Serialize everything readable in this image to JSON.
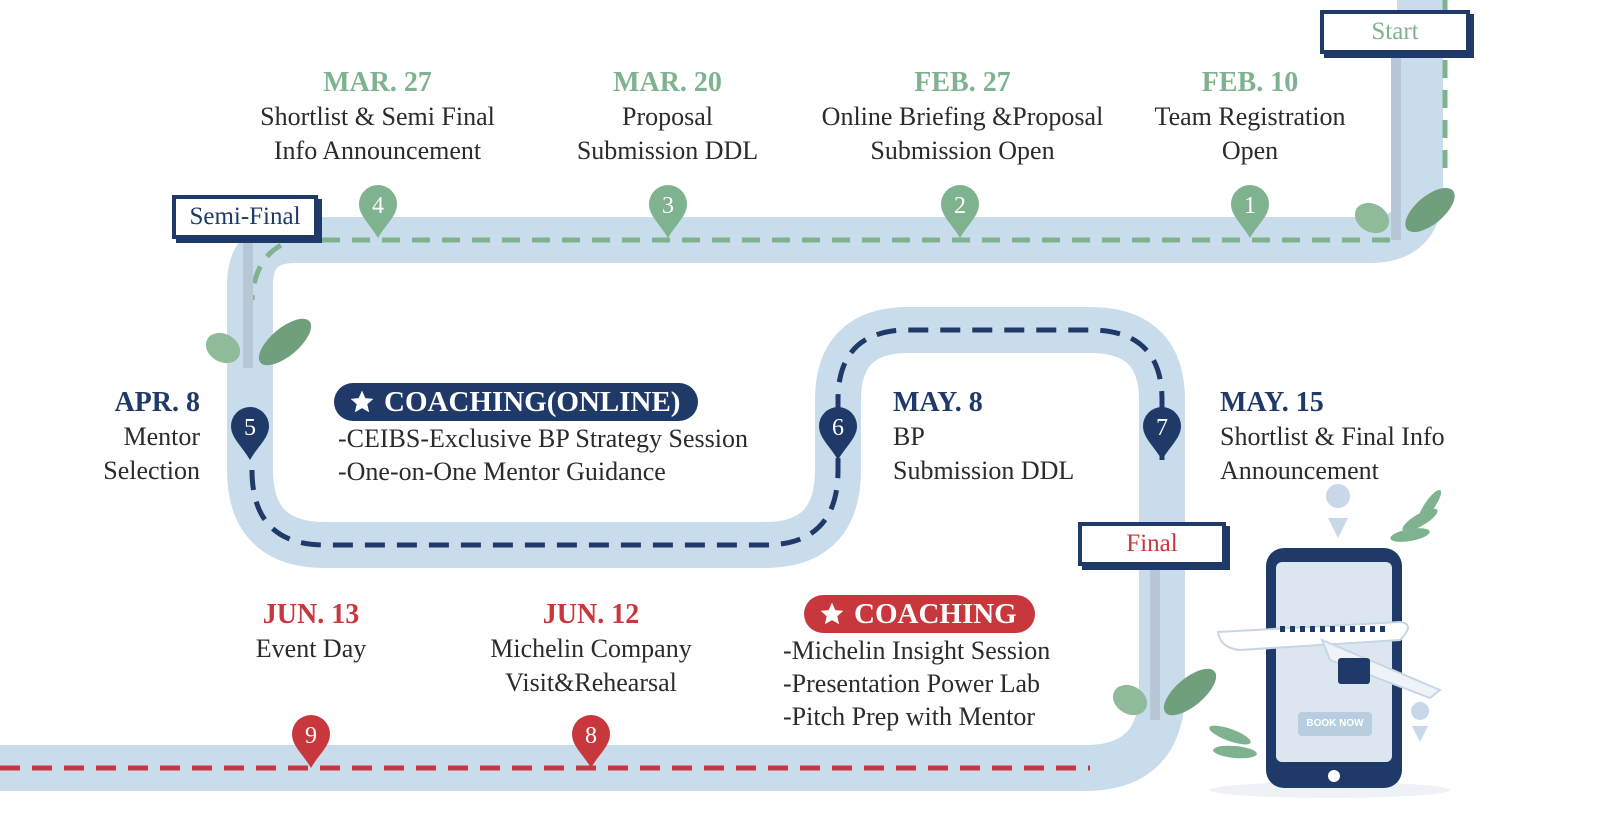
{
  "colors": {
    "road": "#c9dceb",
    "green": "#7fb38f",
    "navy": "#1f3a68",
    "red": "#c8373c",
    "leaf": "#6f9f7c"
  },
  "flags": {
    "start": "Start",
    "semi_final": "Semi-Final",
    "final": "Final"
  },
  "milestones": [
    {
      "num": "1",
      "date": "FEB. 10",
      "lines": [
        "Team Registration",
        "Open"
      ]
    },
    {
      "num": "2",
      "date": "FEB. 27",
      "lines": [
        "Online Briefing &Proposal",
        "Submission Open"
      ]
    },
    {
      "num": "3",
      "date": "MAR. 20",
      "lines": [
        "Proposal",
        "Submission DDL"
      ]
    },
    {
      "num": "4",
      "date": "MAR. 27",
      "lines": [
        "Shortlist & Semi Final",
        "Info Announcement"
      ]
    },
    {
      "num": "5",
      "date": "APR. 8",
      "lines": [
        "Mentor",
        "Selection"
      ]
    },
    {
      "num": "6",
      "date": "MAY. 8",
      "lines": [
        "BP",
        "Submission DDL"
      ]
    },
    {
      "num": "7",
      "date": "MAY. 15",
      "lines": [
        "Shortlist & Final Info",
        "Announcement"
      ]
    },
    {
      "num": "8",
      "date": "JUN. 12",
      "lines": [
        "Michelin Company",
        "Visit&Rehearsal"
      ]
    },
    {
      "num": "9",
      "date": "JUN. 13",
      "lines": [
        "Event Day"
      ]
    }
  ],
  "coaching_online": {
    "title": "COACHING(ONLINE)",
    "items": [
      "-CEIBS-Exclusive BP Strategy Session",
      "-One-on-One Mentor Guidance"
    ]
  },
  "coaching": {
    "title": "COACHING",
    "items": [
      "-Michelin Insight Session",
      "-Presentation Power Lab",
      "-Pitch Prep with Mentor"
    ]
  },
  "phone": {
    "button": "BOOK NOW"
  }
}
